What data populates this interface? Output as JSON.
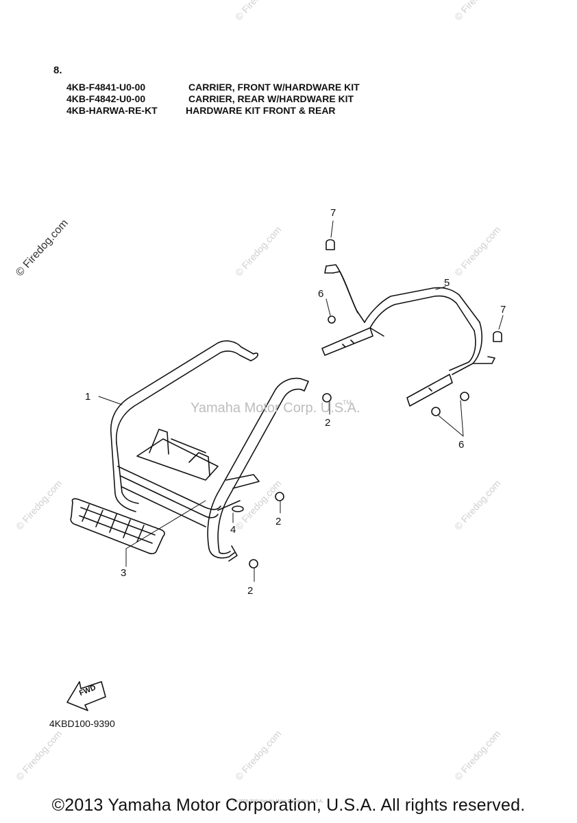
{
  "section_number": "8.",
  "kits": [
    {
      "part_number": "4KB-F4841-U0-00",
      "description": "CARRIER, FRONT W/HARDWARE KIT"
    },
    {
      "part_number": "4KB-F4842-U0-00",
      "description": "CARRIER, REAR W/HARDWARE KIT"
    },
    {
      "part_number": "4KB-HARWA-RE-KT",
      "description": "HARDWARE KIT FRONT & REAR"
    }
  ],
  "watermark_text": "© Firedog.com",
  "center_watermark": {
    "text": "Yamaha Motor Corp. U.S.A.",
    "tm": "TM"
  },
  "callouts": {
    "c1": "1",
    "c2a": "2",
    "c2b": "2",
    "c2c": "2",
    "c3": "3",
    "c4": "4",
    "c5": "5",
    "c6a": "6",
    "c6b": "6",
    "c7a": "7",
    "c7b": "7"
  },
  "fwd_label": "FWD",
  "diagram_code": "4KBD100-9390",
  "footer": {
    "copyright": "©2013 Yamaha Motor Corporation, U.S.A. All rights reserved.",
    "small_print": "(c) 2009-2015 Yamaha Motor Corporation, U.S.A."
  }
}
